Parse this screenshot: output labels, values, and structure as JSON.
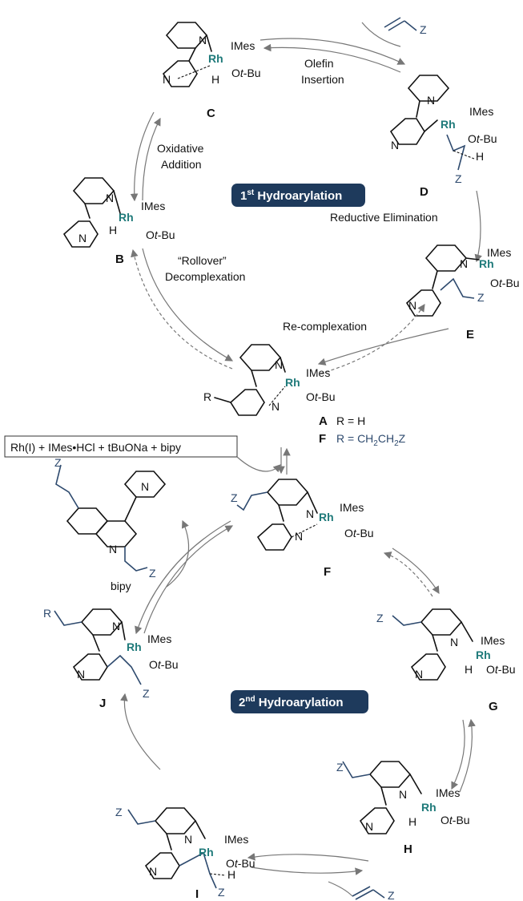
{
  "ligands": {
    "imes": "IMes",
    "otbu_o": "O",
    "otbu_t": "t",
    "otbu_rest": "-Bu",
    "metal": "Rh",
    "n": "N",
    "h": "H",
    "z": "Z",
    "r": "R"
  },
  "steps": {
    "olefin_insertion_1": "Olefin",
    "olefin_insertion_2": "Insertion",
    "oxidative_addition_1": "Oxidative",
    "oxidative_addition_2": "Addition",
    "reductive_elimination": "Reductive Elimination",
    "rollover_1": "“Rollover”",
    "rollover_2": "Decomplexation",
    "recomplexation": "Re-complexation",
    "bipy": "bipy"
  },
  "banners": {
    "first_prefix": "1",
    "first_sup": "st",
    "first_rest": " Hydroarylation",
    "second_prefix": "2",
    "second_sup": "nd",
    "second_rest": " Hydroarylation"
  },
  "reagents": "Rh(I) + IMes•HCl + tBuONa + bipy",
  "labels": {
    "A": "A",
    "B": "B",
    "C": "C",
    "D": "D",
    "E": "E",
    "F": "F",
    "G": "G",
    "H": "H",
    "I": "I",
    "J": "J"
  },
  "legend": {
    "a_def": "R = H",
    "f_def_1": "R = CH",
    "f_def_2": "2",
    "f_def_3": "CH",
    "f_def_4": "2",
    "f_def_5": "Z"
  },
  "colors": {
    "metal": "#1f7a7a",
    "substituent": "#2e4a6e",
    "banner": "#1e3a5c"
  }
}
